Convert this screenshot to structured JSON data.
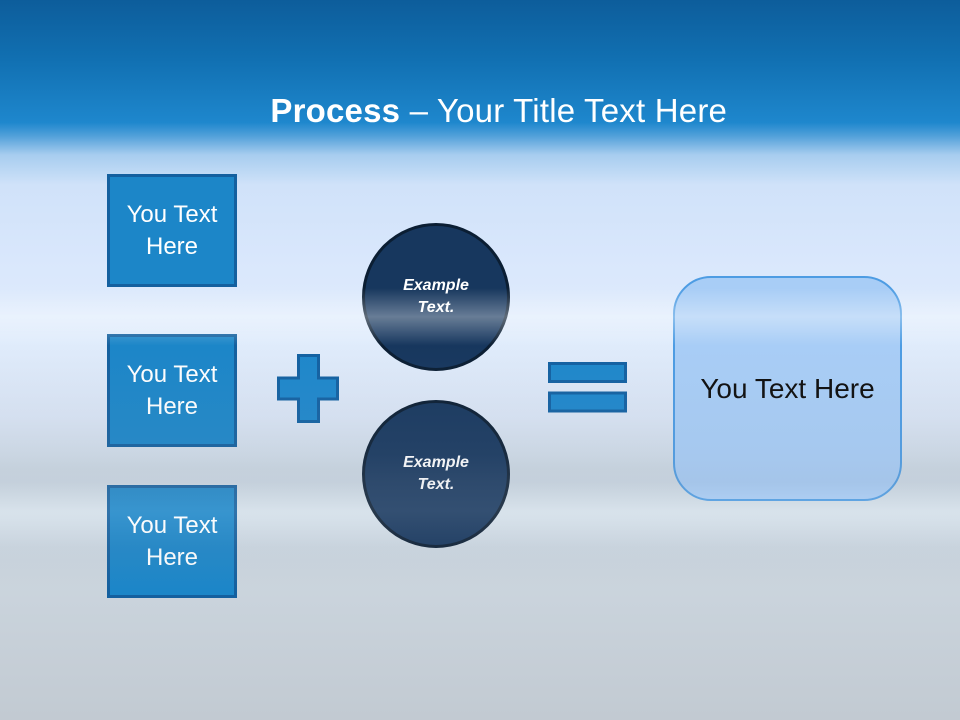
{
  "title": {
    "bold_part": "Process",
    "regular_part": " – Your Title Text Here"
  },
  "input_boxes": [
    {
      "label": "You Text Here"
    },
    {
      "label": "You Text Here"
    },
    {
      "label": "You Text Here"
    }
  ],
  "operators": {
    "plus": "plus-sign",
    "equals": "equals-sign"
  },
  "circles": [
    {
      "label": "Example Text."
    },
    {
      "label": "Example Text."
    }
  ],
  "result_box": {
    "label": "You Text Here"
  },
  "colors": {
    "header_top": "#0d5d9b",
    "header_bottom": "#1e87cd",
    "title_text": "#ffffff",
    "box_fill": "#1c86c8",
    "box_border": "#14609f",
    "operator_fill": "#1e87cb",
    "operator_border": "#1361a2",
    "circle_fill": "#17375e",
    "circle_border": "#0b1e33",
    "result_fill": "#a8cdf6",
    "result_border": "#4d9ce3"
  }
}
